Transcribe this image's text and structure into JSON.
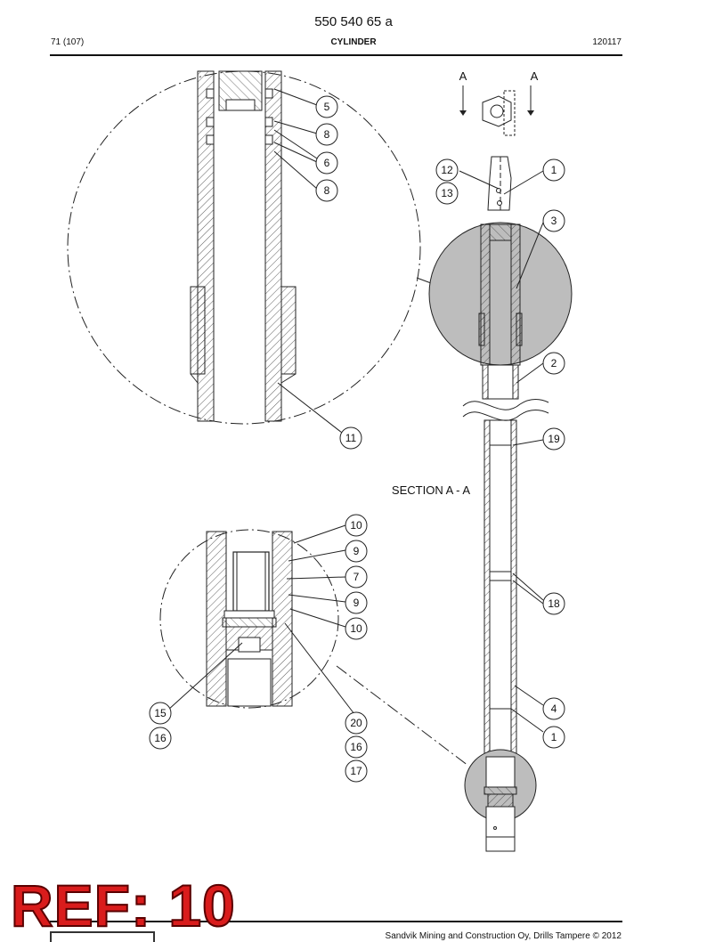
{
  "header": {
    "doc_number": "550 540 65 a",
    "page": "71 (107)",
    "title": "CYLINDER",
    "date": "120117"
  },
  "drawing": {
    "section_label": "SECTION  A - A",
    "view_marks": [
      "A",
      "A"
    ],
    "balloons": [
      "5",
      "8",
      "6",
      "8",
      "11",
      "12",
      "13",
      "1",
      "3",
      "2",
      "19",
      "10",
      "9",
      "7",
      "9",
      "10",
      "18",
      "4",
      "1",
      "15",
      "16",
      "20",
      "16",
      "17"
    ]
  },
  "footer": {
    "copyright": "Sandvik Mining and Construction Oy, Drills Tampere © 2012",
    "ref_stamp": "REF: 10"
  },
  "colors": {
    "ink": "#111111",
    "detail_fill": "#bdbdbd",
    "stamp": "#d91c1c"
  }
}
